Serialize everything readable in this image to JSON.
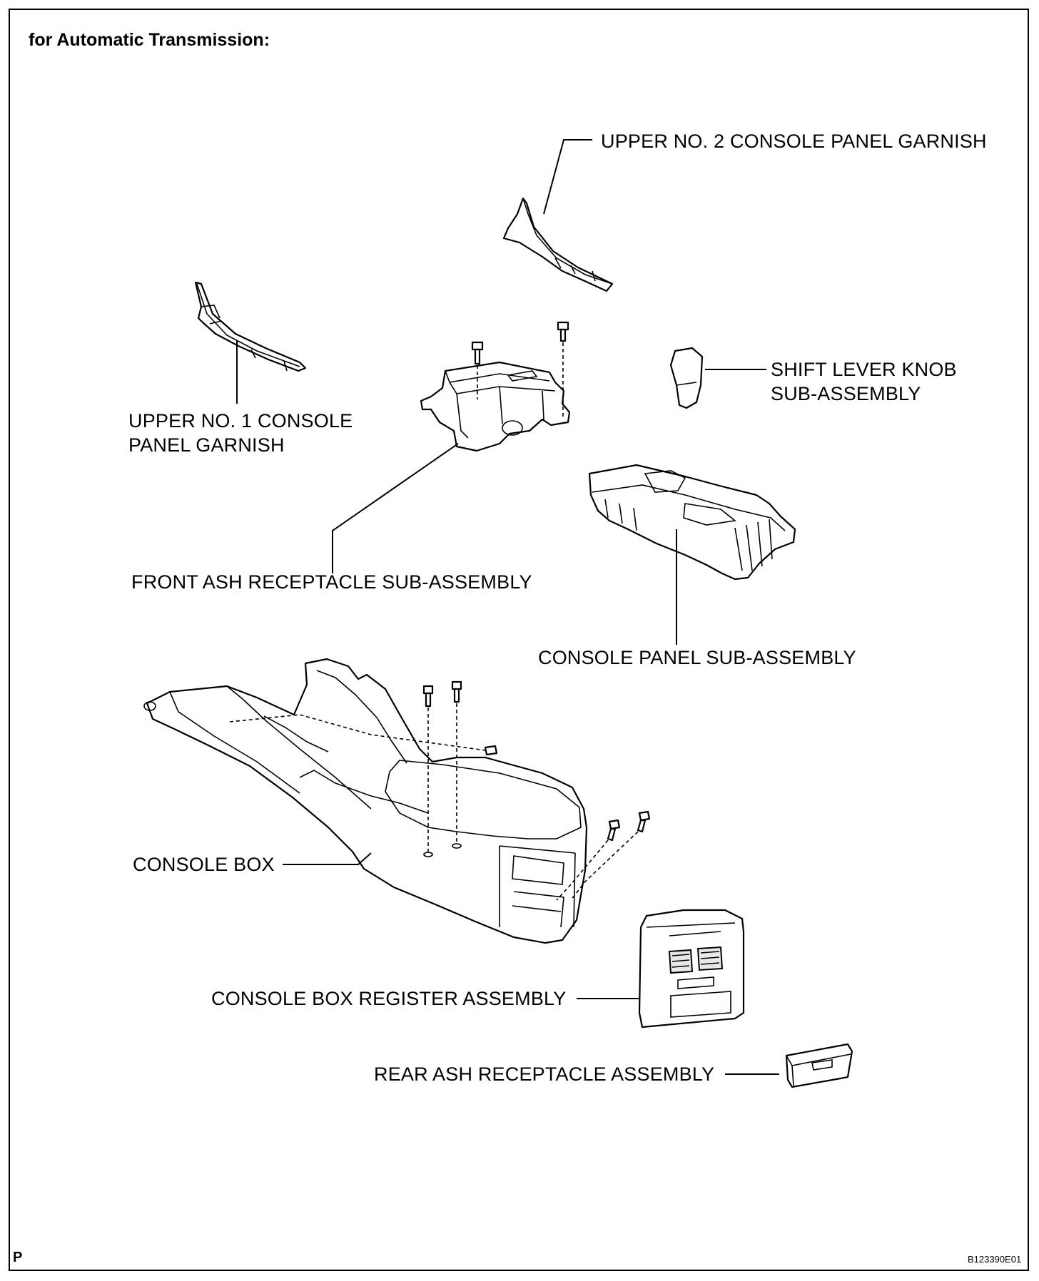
{
  "header": {
    "title": "for Automatic Transmission:"
  },
  "labels": {
    "upper_no2_garnish": "UPPER NO. 2 CONSOLE PANEL GARNISH",
    "upper_no1_garnish_line1": "UPPER NO. 1 CONSOLE",
    "upper_no1_garnish_line2": "PANEL GARNISH",
    "shift_knob_line1": "SHIFT LEVER KNOB",
    "shift_knob_line2": "SUB-ASSEMBLY",
    "front_ash": "FRONT ASH RECEPTACLE SUB-ASSEMBLY",
    "console_panel": "CONSOLE PANEL SUB-ASSEMBLY",
    "console_box": "CONSOLE BOX",
    "register": "CONSOLE BOX REGISTER ASSEMBLY",
    "rear_ash": "REAR ASH RECEPTACLE ASSEMBLY"
  },
  "footer": {
    "page_mark": "P",
    "figure_code": "B123390E01"
  }
}
